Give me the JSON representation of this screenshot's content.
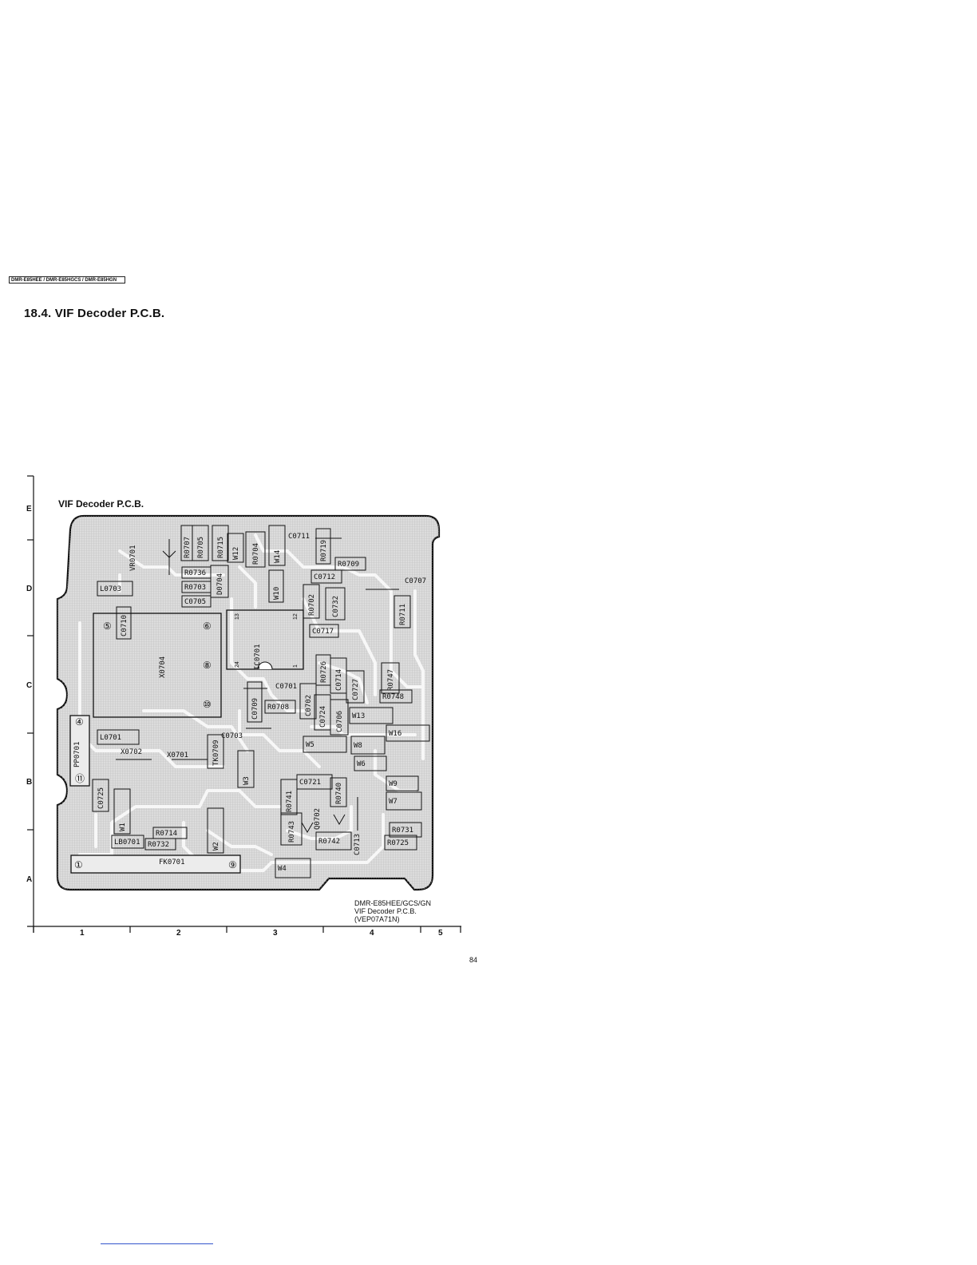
{
  "header": {
    "model_tag": "DMR-E85HEE / DMR-E85HGCS / DMR-E85HGN",
    "section_title": "18.4.   VIF Decoder P.C.B."
  },
  "figure": {
    "title": "VIF Decoder P.C.B.",
    "row_labels": [
      "E",
      "D",
      "C",
      "B",
      "A"
    ],
    "column_labels": [
      "1",
      "2",
      "3",
      "4",
      "5"
    ],
    "caption_line1": "DMR-E85HEE/GCS/GN",
    "caption_line2": "VIF Decoder P.C.B.",
    "caption_line3": "(VEP07A71N)",
    "ic_pin_labels": [
      "13",
      "12",
      "24",
      "1"
    ],
    "circle_marks": [
      "⑤",
      "⑥",
      "⑧",
      "⑩",
      "④",
      "⑪",
      "①",
      "⑨"
    ],
    "components": [
      "R0707",
      "R0705",
      "R0715",
      "W12",
      "R0704",
      "W14",
      "C0711",
      "R0719",
      "R0709",
      "VR0701",
      "R0736",
      "D0704",
      "R0703",
      "C0705",
      "W10",
      "C0712",
      "C0707",
      "L0703",
      "C0710",
      "R0702",
      "C0732",
      "R0711",
      "X0704",
      "IC0701",
      "C0717",
      "R0726",
      "C0714",
      "R0747",
      "C0727",
      "C0701",
      "C0709",
      "R0708",
      "C0702",
      "C0724",
      "C0706",
      "R0748",
      "W13",
      "W16",
      "PP0701",
      "L0701",
      "C0703",
      "X0702",
      "X0701",
      "TK0709",
      "W5",
      "W8",
      "W6",
      "W3",
      "C0721",
      "W9",
      "C0725",
      "W1",
      "R0741",
      "R0740",
      "W7",
      "R0743",
      "Q0702",
      "R0731",
      "R0714",
      "W2",
      "R0742",
      "C0713",
      "R0725",
      "LB0701",
      "R0732",
      "FK0701",
      "W4"
    ]
  },
  "footer": {
    "page_number": "84"
  },
  "colors": {
    "ink": "#111111",
    "board_fill": "#d9d9d9",
    "trace": "#f4f4f4",
    "link": "#3355cc"
  }
}
